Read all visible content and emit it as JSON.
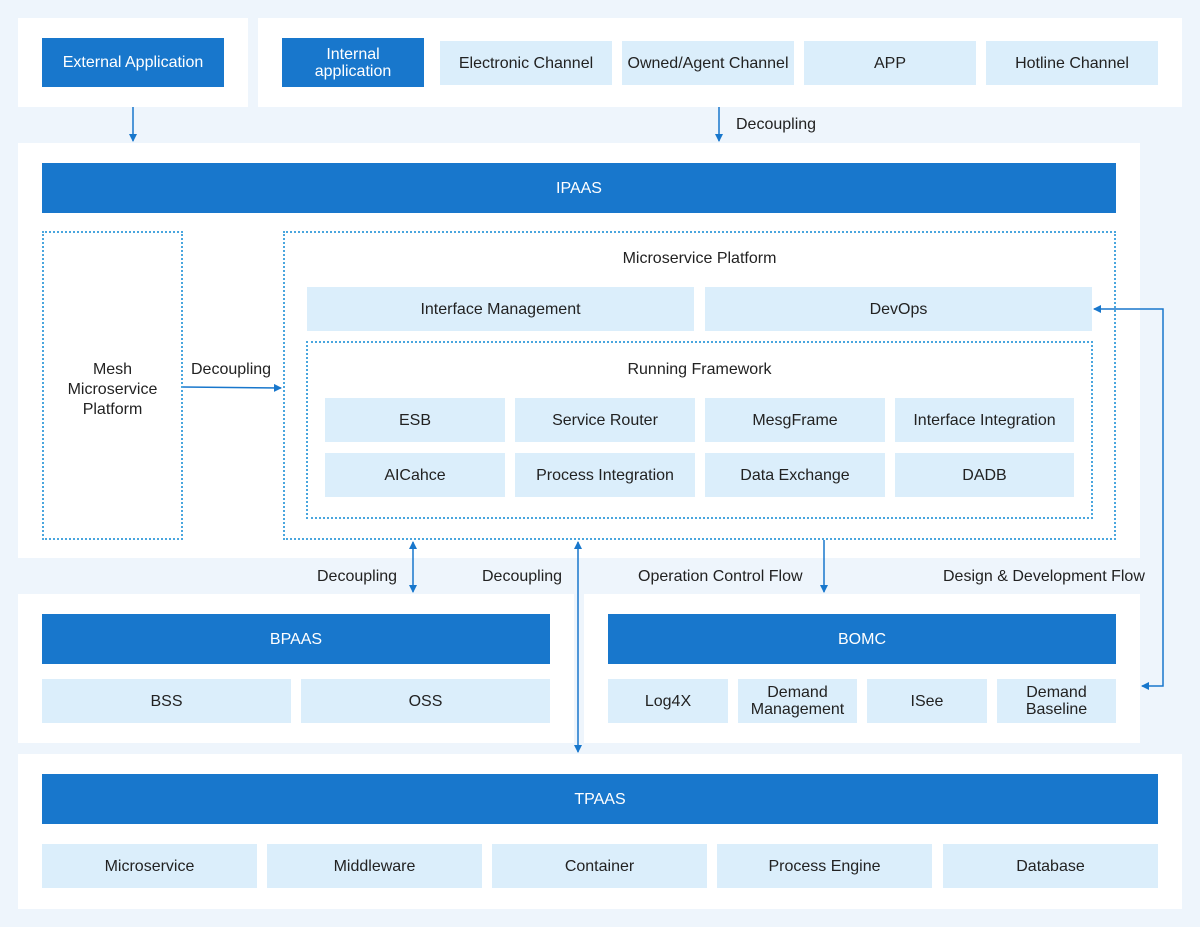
{
  "top": {
    "external_application": "External Application",
    "internal_application": "Internal application",
    "channels": [
      "Electronic Channel",
      "Owned/Agent Channel",
      "APP",
      "Hotline Channel"
    ],
    "decoupling_label": "Decoupling"
  },
  "ipaas": {
    "title": "IPAAS",
    "mesh_platform": "Mesh Microservice Platform",
    "decoupling_label": "Decoupling",
    "microservice_platform": {
      "title": "Microservice Platform",
      "interface_management": "Interface Management",
      "devops": "DevOps",
      "running_framework": {
        "title": "Running Framework",
        "items": [
          "ESB",
          "Service Router",
          "MesgFrame",
          "Interface Integration",
          "AICahce",
          "Process Integration",
          "Data Exchange",
          "DADB"
        ]
      }
    }
  },
  "flows": {
    "decoupling_bpaas": "Decoupling",
    "decoupling_tpaas": "Decoupling",
    "operation_control_flow": "Operation Control Flow",
    "design_development_flow": "Design & Development Flow"
  },
  "bpaas": {
    "title": "BPAAS",
    "items": [
      "BSS",
      "OSS"
    ]
  },
  "bomc": {
    "title": "BOMC",
    "items": [
      "Log4X",
      "Demand Management",
      "ISee",
      "Demand Baseline"
    ]
  },
  "tpaas": {
    "title": "TPAAS",
    "items": [
      "Microservice",
      "Middleware",
      "Container",
      "Process Engine",
      "Database"
    ]
  },
  "colors": {
    "background": "#eef5fc",
    "panel": "#ffffff",
    "dark_blue": "#1877cc",
    "light_blue": "#dbeefb",
    "dotted_border": "#4aa6de"
  }
}
